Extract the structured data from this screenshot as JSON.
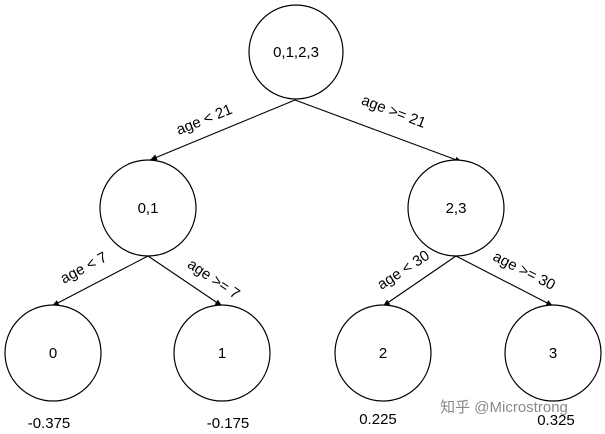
{
  "tree": {
    "nodes": [
      {
        "id": "root",
        "label": "0,1,2,3"
      },
      {
        "id": "left",
        "label": "0,1"
      },
      {
        "id": "right",
        "label": "2,3"
      },
      {
        "id": "leaf0",
        "label": "0"
      },
      {
        "id": "leaf1",
        "label": "1"
      },
      {
        "id": "leaf2",
        "label": "2"
      },
      {
        "id": "leaf3",
        "label": "3"
      }
    ],
    "edges": [
      {
        "from": "root",
        "to": "left",
        "label": "age < 21"
      },
      {
        "from": "root",
        "to": "right",
        "label": "age >= 21"
      },
      {
        "from": "left",
        "to": "leaf0",
        "label": "age < 7"
      },
      {
        "from": "left",
        "to": "leaf1",
        "label": "age >= 7"
      },
      {
        "from": "right",
        "to": "leaf2",
        "label": "age < 30"
      },
      {
        "from": "right",
        "to": "leaf3",
        "label": "age >= 30"
      }
    ],
    "leaf_values": [
      "-0.375",
      "-0.175",
      "0.225",
      "0.325"
    ]
  },
  "watermark": "知乎 @Microstrong"
}
